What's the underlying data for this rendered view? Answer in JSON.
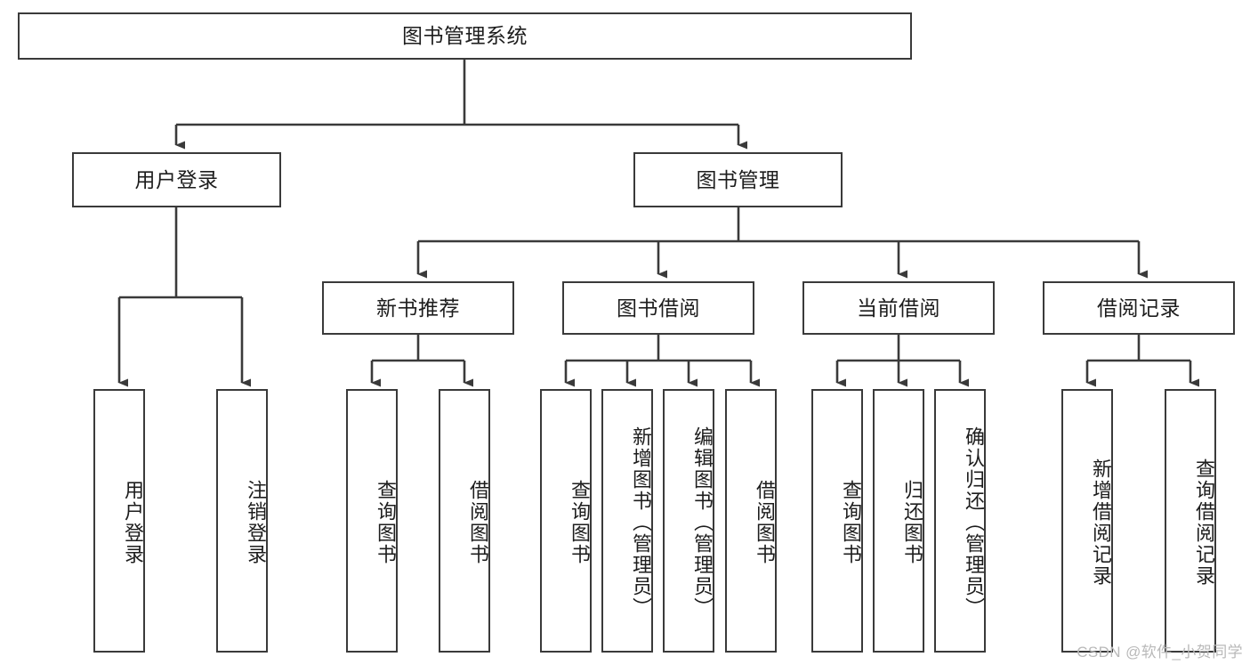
{
  "diagram": {
    "title": "图书管理系统",
    "type": "tree-hierarchy-chart",
    "colors": {
      "box_border": "#3a3a3a",
      "box_fill": "#ffffff",
      "edge": "#3a3a3a",
      "text": "#1d1d1d",
      "watermark": "#b9b9b9",
      "background": "#ffffff"
    },
    "nodes": {
      "root": {
        "label": "图书管理系统"
      },
      "level2": [
        {
          "id": "user-login",
          "label": "用户登录"
        },
        {
          "id": "book-manage",
          "label": "图书管理"
        }
      ],
      "level3": [
        {
          "id": "new-book-recommend",
          "label": "新书推荐"
        },
        {
          "id": "book-borrow",
          "label": "图书借阅"
        },
        {
          "id": "current-borrow",
          "label": "当前借阅"
        },
        {
          "id": "borrow-record",
          "label": "借阅记录"
        }
      ],
      "leaves": {
        "user-login": [
          {
            "id": "leaf-user-login",
            "label": "用户登录"
          },
          {
            "id": "leaf-logout",
            "label": "注销登录"
          }
        ],
        "new-book-recommend": [
          {
            "id": "leaf-query-book-1",
            "label": "查询图书"
          },
          {
            "id": "leaf-borrow-book-1",
            "label": "借阅图书"
          }
        ],
        "book-borrow": [
          {
            "id": "leaf-query-book-2",
            "label": "查询图书"
          },
          {
            "id": "leaf-add-book",
            "label": "新增图书（管理员）"
          },
          {
            "id": "leaf-edit-book",
            "label": "编辑图书（管理员）"
          },
          {
            "id": "leaf-borrow-book-2",
            "label": "借阅图书"
          }
        ],
        "current-borrow": [
          {
            "id": "leaf-query-book-3",
            "label": "查询图书"
          },
          {
            "id": "leaf-return-book",
            "label": "归还图书"
          },
          {
            "id": "leaf-confirm-return",
            "label": "确认归还（管理员）"
          }
        ],
        "borrow-record": [
          {
            "id": "leaf-add-record",
            "label": "新增借阅记录"
          },
          {
            "id": "leaf-query-record",
            "label": "查询借阅记录"
          }
        ]
      }
    },
    "watermark": "CSDN @软件_小贺同学"
  }
}
